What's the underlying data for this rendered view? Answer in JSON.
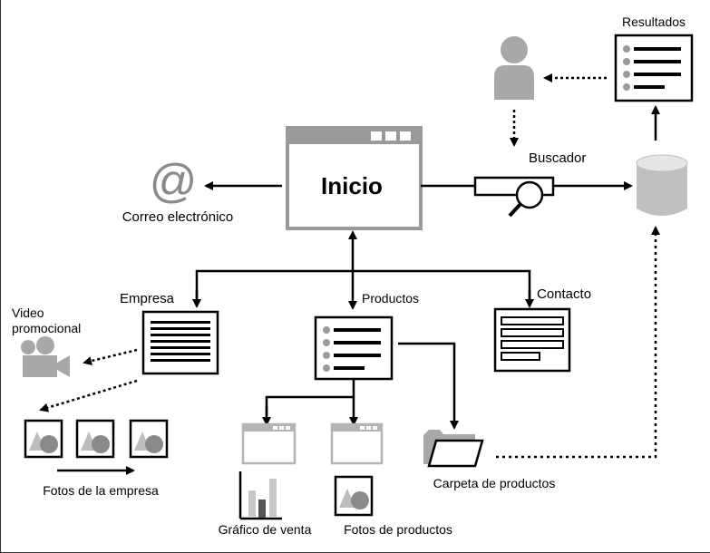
{
  "labels": {
    "inicio": "Inicio",
    "correo": "Correo electrónico",
    "correo_symbol": "@",
    "buscador": "Buscador",
    "resultados": "Resultados",
    "empresa": "Empresa",
    "productos": "Productos",
    "contacto": "Contacto",
    "video_line1": "Video",
    "video_line2": "promocional",
    "fotos_empresa": "Fotos de la empresa",
    "grafico_venta": "Gráfico de venta",
    "fotos_productos": "Fotos de productos",
    "carpeta_productos": "Carpeta de productos"
  },
  "colors": {
    "line": "#000000",
    "gray_frame": "#9a9a9a",
    "light_gray": "#c8c8c8",
    "icon_gray": "#a0a0a0",
    "bullet": "#9a9a9a"
  }
}
